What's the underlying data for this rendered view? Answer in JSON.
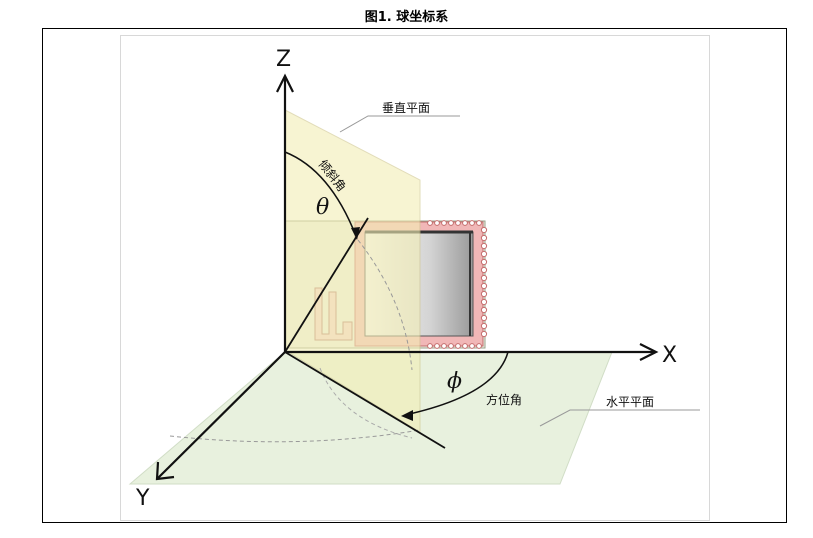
{
  "figure": {
    "title": "图1. 球坐标系"
  },
  "axes": {
    "x": "X",
    "y": "Y",
    "z": "Z"
  },
  "labels": {
    "vertical_plane": "垂直平面",
    "horizontal_plane": "水平平面",
    "tilt_angle": "倾斜角",
    "azimuth_angle": "方位角",
    "theta": "θ",
    "phi": "ϕ"
  },
  "colors": {
    "vertical_plane_fill": "#f3efb8",
    "horizontal_plane_fill": "#e3efd8",
    "device_frame": "#e8a0a0",
    "axis": "#111111"
  }
}
